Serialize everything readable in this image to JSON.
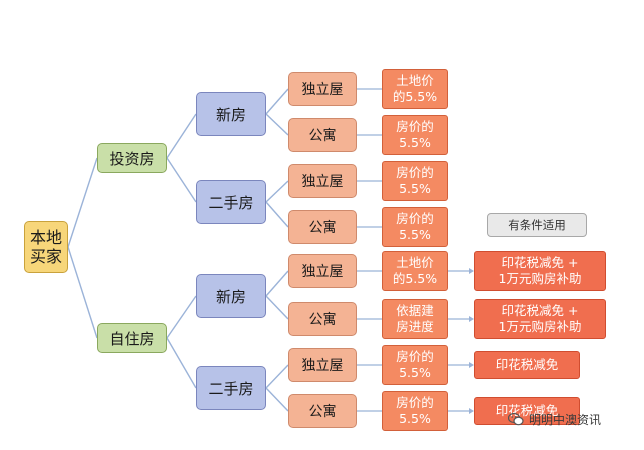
{
  "root": {
    "label": "本地\n买家"
  },
  "investment": {
    "label": "投资房",
    "new_house": {
      "label": "新房",
      "detached": {
        "label": "独立屋",
        "stamp_duty": "土地价\n的5.5%"
      },
      "apartment": {
        "label": "公寓",
        "stamp_duty": "房价的\n5.5%"
      }
    },
    "second_hand": {
      "label": "二手房",
      "detached": {
        "label": "独立屋",
        "stamp_duty": "房价的\n5.5%"
      },
      "apartment": {
        "label": "公寓",
        "stamp_duty": "房价的\n5.5%"
      }
    }
  },
  "self_occupied": {
    "label": "自住房",
    "new_house": {
      "label": "新房",
      "detached": {
        "label": "独立屋",
        "stamp_duty": "土地价\n的5.5%",
        "benefit": "印花税减免 +\n1万元购房补助"
      },
      "apartment": {
        "label": "公寓",
        "stamp_duty": "依据建\n房进度",
        "benefit": "印花税减免 +\n1万元购房补助"
      }
    },
    "second_hand": {
      "label": "二手房",
      "detached": {
        "label": "独立屋",
        "stamp_duty": "房价的\n5.5%",
        "benefit": "印花税减免"
      },
      "apartment": {
        "label": "公寓",
        "stamp_duty": "房价的\n5.5%",
        "benefit": "印花税减免"
      }
    }
  },
  "conditional_note": "有条件适用",
  "watermark": "明明中澳资讯",
  "colors": {
    "root": "#f7d67a",
    "level1": "#c9dfa8",
    "level2": "#b7c2e8",
    "level3": "#f4b394",
    "rate": "#f48a62",
    "benefit": "#f06e4f",
    "line": "#9bb3d8"
  }
}
